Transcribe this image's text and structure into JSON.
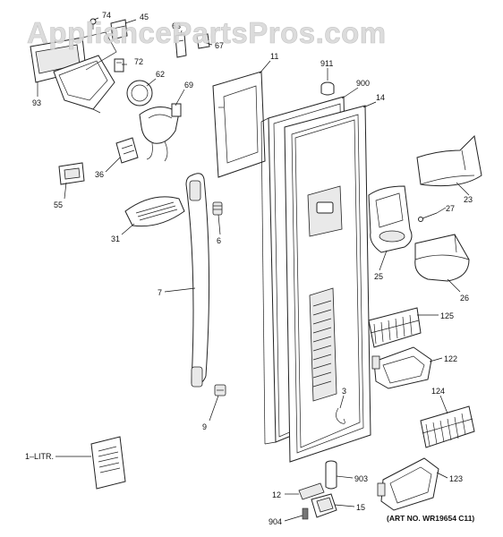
{
  "watermark": "AppliancePartsPros.com",
  "art_number": "(ART NO. WR19654 C11)",
  "callouts": {
    "c74": "74",
    "c45": "45",
    "c63": "63",
    "c67": "67",
    "c72": "72",
    "c62": "62",
    "c69": "69",
    "c93": "93",
    "c11": "11",
    "c911": "911",
    "c900": "900",
    "c14": "14",
    "c36": "36",
    "c55": "55",
    "c31": "31",
    "c6": "6",
    "c7": "7",
    "c9": "9",
    "c1litr": "1–LITR.",
    "c23": "23",
    "c27": "27",
    "c25": "25",
    "c26": "26",
    "c125": "125",
    "c122": "122",
    "c124": "124",
    "c123": "123",
    "c3": "3",
    "c903": "903",
    "c12": "12",
    "c15": "15",
    "c904": "904"
  }
}
